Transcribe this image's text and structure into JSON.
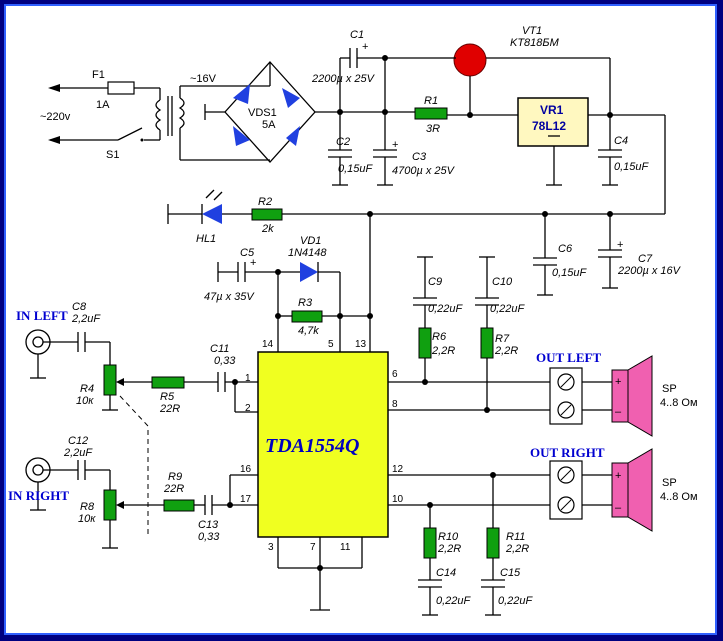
{
  "title": "",
  "mains": {
    "voltage": "~220v",
    "fuse_ref": "F1",
    "fuse_rating": "1A",
    "switch_ref": "S1"
  },
  "transformer": {
    "secondary": "~16V"
  },
  "bridge": {
    "ref": "VDS1",
    "rating": "5A"
  },
  "transistor": {
    "ref": "VT1",
    "part": "KT818БМ"
  },
  "regulator": {
    "ref": "VR1",
    "part": "78L12"
  },
  "c1": {
    "ref": "C1",
    "value": "2200µ x 25V"
  },
  "c2": {
    "ref": "C2",
    "value": "0,15uF"
  },
  "c3": {
    "ref": "C3",
    "value": "4700µ x 25V"
  },
  "c4": {
    "ref": "C4",
    "value": "0,15uF"
  },
  "r1": {
    "ref": "R1",
    "value": "3R"
  },
  "led": {
    "ref": "HL1"
  },
  "r2": {
    "ref": "R2",
    "value": "2k"
  },
  "c5": {
    "ref": "C5",
    "value": "47µ x 35V"
  },
  "vd1": {
    "ref": "VD1",
    "part": "1N4148"
  },
  "r3": {
    "ref": "R3",
    "value": "4,7k"
  },
  "c6": {
    "ref": "C6",
    "value": "0,15uF"
  },
  "c7": {
    "ref": "C7",
    "value": "2200µ x 16V"
  },
  "c9": {
    "ref": "C9",
    "value": "0,22uF"
  },
  "c10": {
    "ref": "C10",
    "value": "0,22uF"
  },
  "r6": {
    "ref": "R6",
    "value": "2,2R"
  },
  "r7": {
    "ref": "R7",
    "value": "2,2R"
  },
  "c8": {
    "ref": "C8",
    "value": "2,2uF"
  },
  "r4": {
    "ref": "R4",
    "value": "10к"
  },
  "r5": {
    "ref": "R5",
    "value": "22R"
  },
  "c11": {
    "ref": "C11",
    "value": "0,33"
  },
  "c12": {
    "ref": "C12",
    "value": "2,2uF"
  },
  "r8": {
    "ref": "R8",
    "value": "10к"
  },
  "r9": {
    "ref": "R9",
    "value": "22R"
  },
  "c13": {
    "ref": "C13",
    "value": "0,33"
  },
  "r10": {
    "ref": "R10",
    "value": "2,2R"
  },
  "r11": {
    "ref": "R11",
    "value": "2,2R"
  },
  "c14": {
    "ref": "C14",
    "value": "0,22uF"
  },
  "c15": {
    "ref": "C15",
    "value": "0,22uF"
  },
  "chip": {
    "part": "TDA1554Q",
    "pins": [
      "14",
      "5",
      "13",
      "1",
      "2",
      "16",
      "17",
      "6",
      "8",
      "12",
      "10",
      "3",
      "7",
      "11"
    ]
  },
  "inputs": {
    "left": "IN LEFT",
    "right": "IN RIGHT"
  },
  "outputs": {
    "left": "OUT LEFT",
    "right": "OUT RIGHT"
  },
  "speaker": {
    "ref": "SP",
    "value": "4..8 Ом",
    "plus": "+",
    "minus": "–"
  },
  "cap_plus": "+"
}
